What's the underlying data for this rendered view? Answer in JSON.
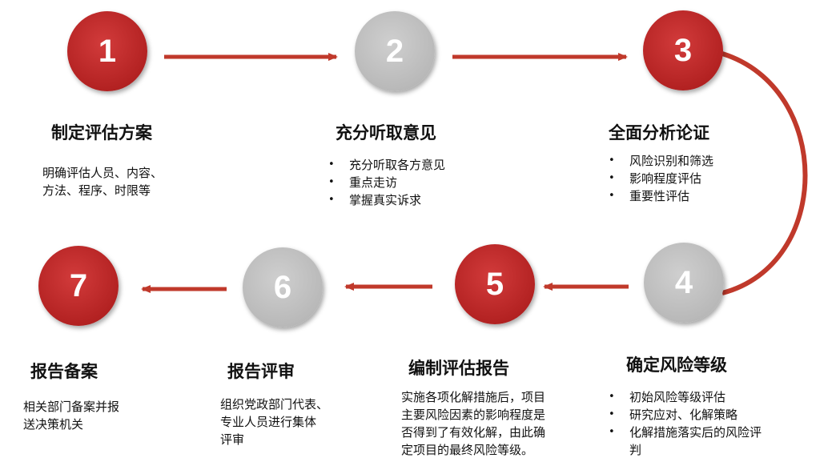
{
  "accent_red": "#b32222",
  "neutral_gray": "#b9b9b9",
  "steps": [
    {
      "number": "1",
      "title": "制定评估方案",
      "lines": [
        "明确评估人员、内容、",
        "方法、程序、时限等"
      ]
    },
    {
      "number": "2",
      "title": "充分听取意见",
      "bullets": [
        "充分听取各方意见",
        "重点走访",
        "掌握真实诉求"
      ]
    },
    {
      "number": "3",
      "title": "全面分析论证",
      "bullets": [
        "风险识别和筛选",
        "影响程度评估",
        "重要性评估"
      ]
    },
    {
      "number": "4",
      "title": "确定风险等级",
      "bullets": [
        "初始风险等级评估",
        "研究应对、化解策略",
        "化解措施落实后的风险评",
        "判"
      ]
    },
    {
      "number": "5",
      "title": "编制评估报告",
      "lines": [
        "实施各项化解措施后，项目",
        "主要风险因素的影响程度是",
        "否得到了有效化解，由此确",
        "定项目的最终风险等级。"
      ]
    },
    {
      "number": "6",
      "title": "报告评审",
      "lines": [
        "组织党政部门代表、",
        "专业人员进行集体",
        "评审"
      ]
    },
    {
      "number": "7",
      "title": "报告备案",
      "lines": [
        "相关部门备案并报",
        "送决策机关"
      ]
    }
  ]
}
